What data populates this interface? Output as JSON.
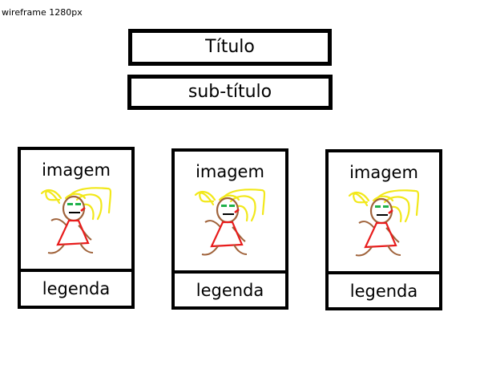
{
  "header_label": "wireframe 1280px",
  "title": "Título",
  "subtitle": "sub-título",
  "cards": [
    {
      "image_label": "imagem",
      "caption": "legenda",
      "image": "girl-drawing"
    },
    {
      "image_label": "imagem",
      "caption": "legenda",
      "image": "girl-drawing"
    },
    {
      "image_label": "imagem",
      "caption": "legenda",
      "image": "girl-drawing"
    }
  ],
  "colors": {
    "border": "#000000",
    "hair": "#f2e81a",
    "skin": "#a0633b",
    "eyes": "#1fb14a",
    "mouth": "#e81c1c",
    "dress": "#e81c1c",
    "background": "#ffffff"
  }
}
